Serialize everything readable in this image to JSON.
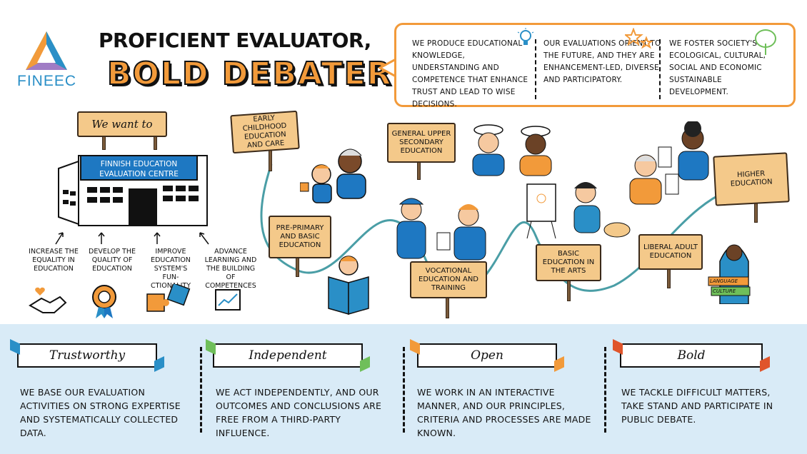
{
  "logo": {
    "text": "FINEEC"
  },
  "title": {
    "line1": "Proficient evaluator,",
    "line2": "BOLD DEBATER"
  },
  "bubble": {
    "col1": "We produce educational knowledge, understanding and competence that enhance trust and lead to wise decisions.",
    "col2": "Our evaluations orient to the future, and they are enhancement-led, diverse and participatory.",
    "col3": "We foster society's ecological, cultural, social and economic sustainable development."
  },
  "want_sign": "We want to",
  "building": {
    "name": "Finnish Education Evaluation Centre"
  },
  "goals": [
    "Increase the equality in education",
    "Develop the quality of education",
    "Improve education system's fun-ctionality",
    "Advance learning and the building of competences"
  ],
  "path_signs": {
    "early": "Early childhood education and care",
    "preprimary": "Pre-primary and basic education",
    "upper": "General upper secondary education",
    "vocational": "Vocational education and training",
    "arts": "Basic education in the arts",
    "liberal": "Liberal adult education",
    "higher": "Higher education"
  },
  "books": {
    "top": "Language",
    "bottom": "Culture"
  },
  "values": [
    {
      "title": "Trustworthy",
      "text": "We base our evaluation activities on strong expertise and systematically collected data.",
      "color": "#2a8fc7"
    },
    {
      "title": "Independent",
      "text": "We act independently, and our outcomes and conclusions are free from a third-party influence.",
      "color": "#6fbf5a"
    },
    {
      "title": "Open",
      "text": "We work in an interactive manner, and our principles, criteria and processes are made known.",
      "color": "#f29a3a"
    },
    {
      "title": "Bold",
      "text": "We tackle difficult matters, take stand and participate in public debate.",
      "color": "#e0552b"
    }
  ],
  "colors": {
    "orange": "#f29a3a",
    "blue": "#1e78c2",
    "light_blue": "#d9ebf7",
    "sign": "#f4c98a"
  }
}
